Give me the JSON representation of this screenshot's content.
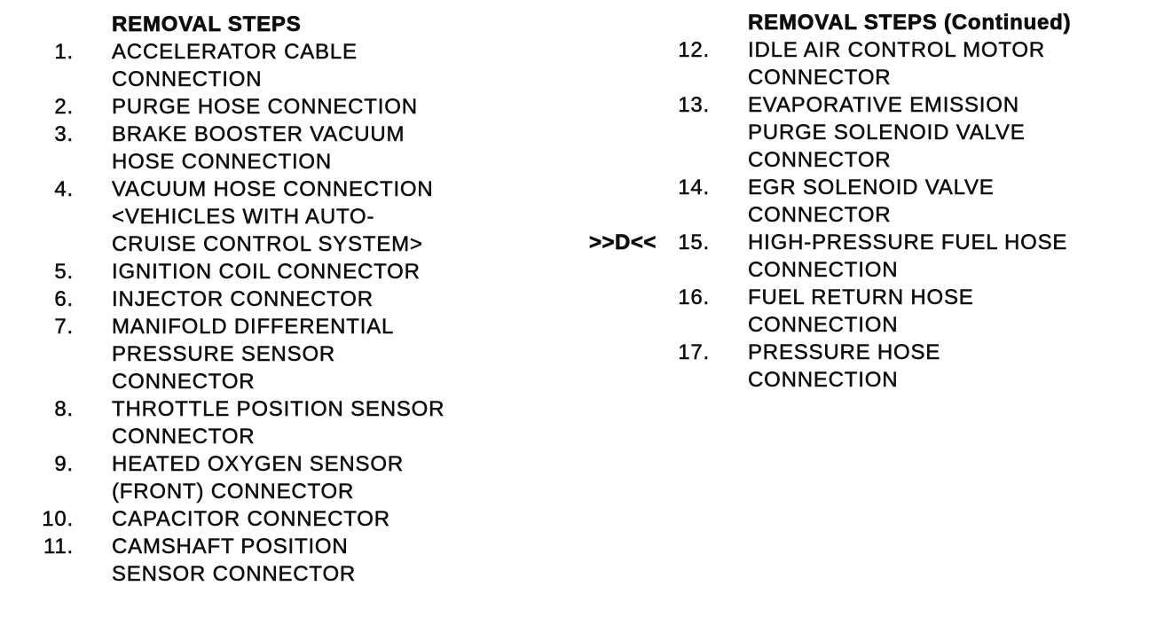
{
  "page": {
    "background": "#ffffff",
    "text_color": "#0e0e0e"
  },
  "left_column": {
    "header": "REMOVAL STEPS",
    "items": [
      {
        "num": "1.",
        "lines": [
          "ACCELERATOR CABLE",
          "CONNECTION"
        ]
      },
      {
        "num": "2.",
        "lines": [
          "PURGE HOSE CONNECTION"
        ]
      },
      {
        "num": "3.",
        "lines": [
          "BRAKE BOOSTER VACUUM",
          "HOSE CONNECTION"
        ]
      },
      {
        "num": "4.",
        "lines": [
          "VACUUM HOSE CONNECTION",
          "<VEHICLES WITH AUTO-",
          "CRUISE CONTROL SYSTEM>"
        ]
      },
      {
        "num": "5.",
        "lines": [
          "IGNITION COIL CONNECTOR"
        ]
      },
      {
        "num": "6.",
        "lines": [
          "INJECTOR CONNECTOR"
        ]
      },
      {
        "num": "7.",
        "lines": [
          "MANIFOLD DIFFERENTIAL",
          "PRESSURE SENSOR",
          "CONNECTOR"
        ]
      },
      {
        "num": "8.",
        "lines": [
          "THROTTLE POSITION SENSOR",
          "CONNECTOR"
        ]
      },
      {
        "num": "9.",
        "lines": [
          "HEATED OXYGEN SENSOR",
          "(FRONT) CONNECTOR"
        ]
      },
      {
        "num": "10.",
        "lines": [
          "CAPACITOR CONNECTOR"
        ]
      },
      {
        "num": "11.",
        "lines": [
          "CAMSHAFT POSITION",
          "SENSOR CONNECTOR"
        ]
      }
    ]
  },
  "right_column": {
    "header": "REMOVAL STEPS (Continued)",
    "items": [
      {
        "num": "12.",
        "lines": [
          "IDLE AIR CONTROL MOTOR",
          "CONNECTOR"
        ]
      },
      {
        "num": "13.",
        "lines": [
          "EVAPORATIVE EMISSION",
          "PURGE SOLENOID VALVE",
          "CONNECTOR"
        ]
      },
      {
        "num": "14.",
        "lines": [
          "EGR SOLENOID VALVE",
          "CONNECTOR"
        ]
      },
      {
        "num": "15.",
        "lines": [
          "HIGH-PRESSURE FUEL HOSE",
          "CONNECTION"
        ]
      },
      {
        "num": "16.",
        "lines": [
          "FUEL RETURN HOSE",
          "CONNECTION"
        ]
      },
      {
        "num": "17.",
        "lines": [
          "PRESSURE HOSE",
          "CONNECTION"
        ]
      }
    ]
  },
  "marker": {
    "label": ">>D<<"
  }
}
